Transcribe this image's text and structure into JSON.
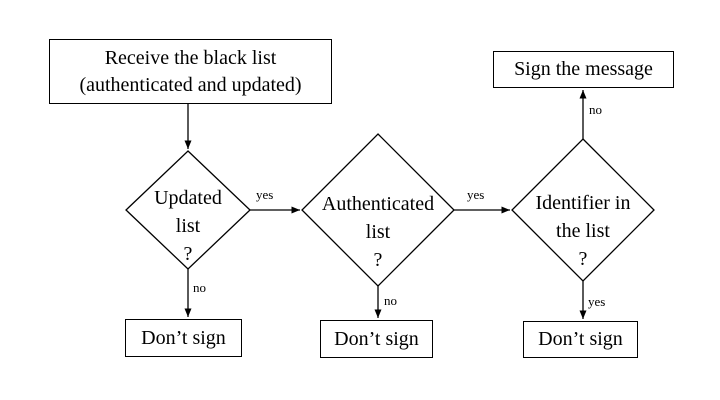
{
  "diagram": {
    "background": "#ffffff",
    "stroke_color": "#000000",
    "nodes": {
      "receive": {
        "type": "process",
        "label": "Receive the black list\n(authenticated and updated)"
      },
      "sign": {
        "type": "process",
        "label": "Sign the message"
      },
      "updated": {
        "type": "decision",
        "label": "Updated\nlist\n?"
      },
      "authenticated": {
        "type": "decision",
        "label": "Authenticated\nlist\n?"
      },
      "identifier": {
        "type": "decision",
        "label": "Identifier in\nthe list\n?"
      },
      "dont_sign_1": {
        "type": "process",
        "label": "Don’t sign"
      },
      "dont_sign_2": {
        "type": "process",
        "label": "Don’t sign"
      },
      "dont_sign_3": {
        "type": "process",
        "label": "Don’t sign"
      }
    },
    "edges": {
      "receive_to_updated": {
        "label": ""
      },
      "updated_yes": {
        "label": "yes"
      },
      "updated_no": {
        "label": "no"
      },
      "authenticated_yes": {
        "label": "yes"
      },
      "authenticated_no": {
        "label": "no"
      },
      "identifier_yes": {
        "label": "yes"
      },
      "identifier_no": {
        "label": "no"
      }
    }
  }
}
